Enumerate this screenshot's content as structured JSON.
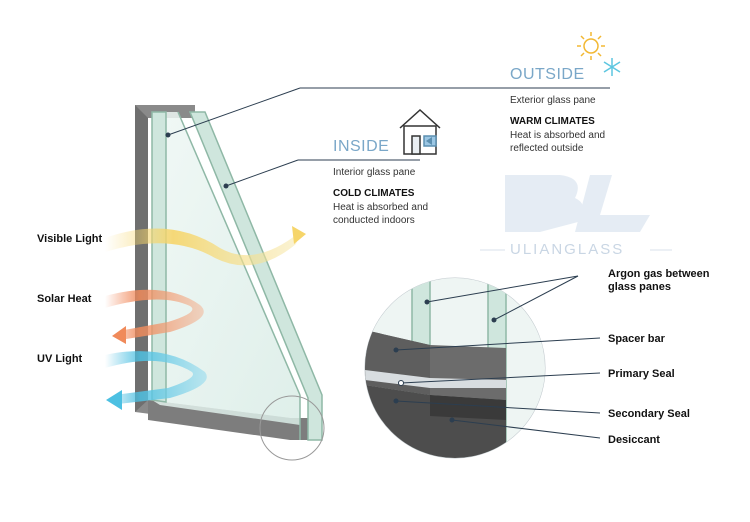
{
  "outside": {
    "title": "OUTSIDE",
    "pane": "Exterior glass pane",
    "heading": "WARM CLIMATES",
    "desc1": "Heat is absorbed and",
    "desc2": "reflected outside"
  },
  "inside": {
    "title": "INSIDE",
    "pane": "Interior glass pane",
    "heading": "COLD CLIMATES",
    "desc1": "Heat is absorbed and",
    "desc2": "conducted indoors"
  },
  "rays": {
    "visible": "Visible Light",
    "solar": "Solar Heat",
    "uv": "UV Light"
  },
  "watermark": {
    "logo": "BL",
    "text": "ULIANGLASS"
  },
  "callouts": {
    "argon1": "Argon gas between",
    "argon2": "glass panes",
    "spacer": "Spacer bar",
    "primary": "Primary Seal",
    "secondary": "Secondary Seal",
    "desiccant": "Desiccant"
  },
  "icons": [
    "sun-icon",
    "snowflake-icon",
    "house-icon"
  ],
  "colors": {
    "accent_blue": "#7aa7c8",
    "glass_edge": "#8fb8a6",
    "frame_gray": "#777777",
    "visible_light": "#f5d86a",
    "solar_heat": "#f08a5a",
    "uv_light": "#5cc6e0"
  }
}
